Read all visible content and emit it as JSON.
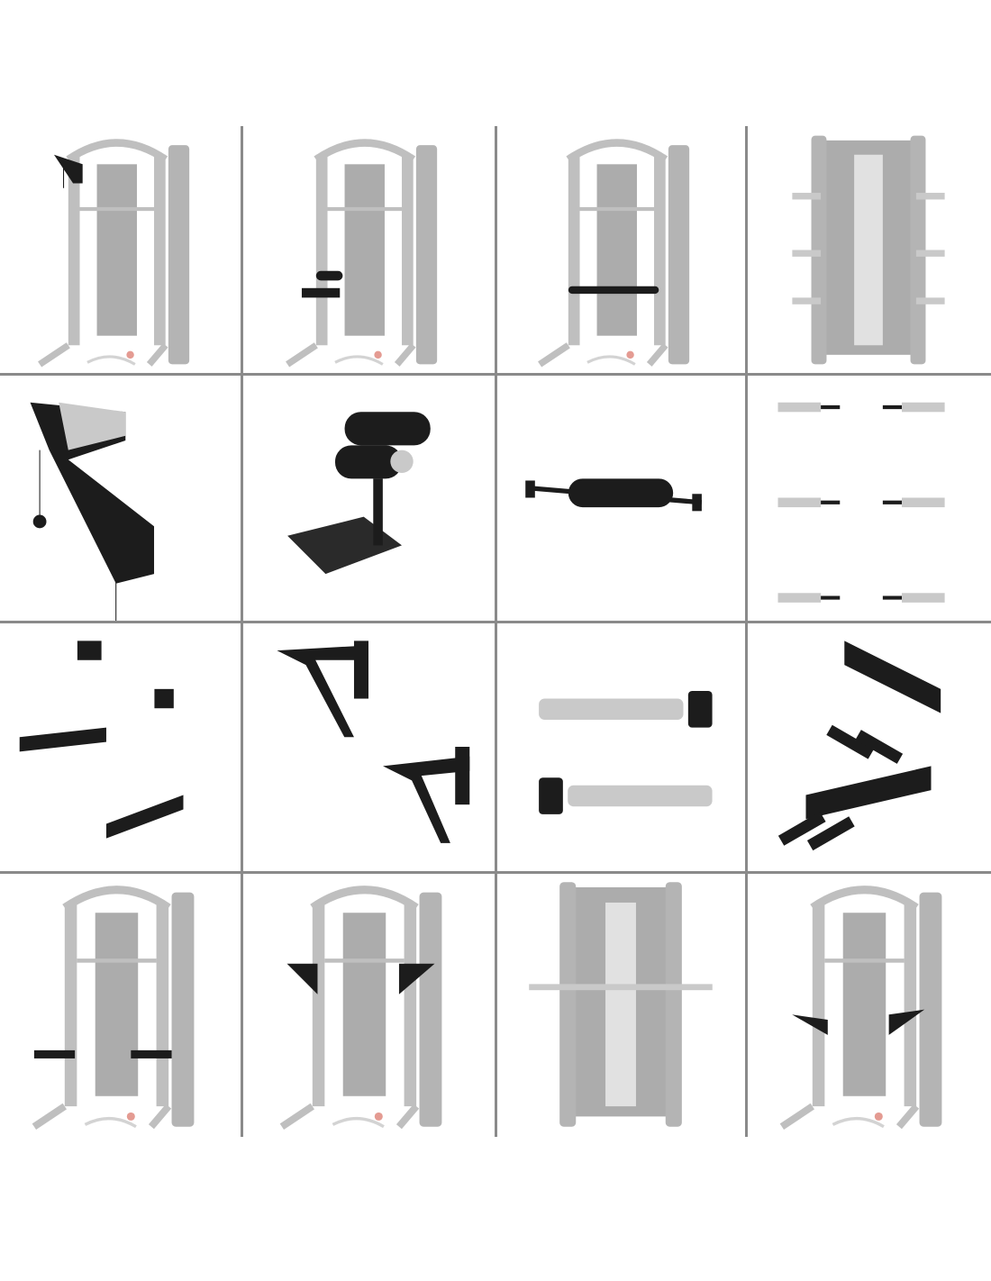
{
  "colors": {
    "divider": "#8a8a8a",
    "frame": "#b5b5b5",
    "accessory": "#1c1c1c",
    "chrome": "#c9c9c9"
  },
  "tiles": [
    {
      "icon": "machine-with-pulley-arm-icon",
      "kind": "machine",
      "accent": "arm"
    },
    {
      "icon": "machine-with-leg-seat-icon",
      "kind": "machine",
      "accent": "seat"
    },
    {
      "icon": "machine-with-roller-bar-icon",
      "kind": "machine",
      "accent": "roller"
    },
    {
      "icon": "machine-front-with-storage-pegs-icon",
      "kind": "front",
      "accent": "pegs"
    },
    {
      "icon": "pulley-arm-attachment-icon",
      "kind": "part",
      "accent": "arm"
    },
    {
      "icon": "leg-seat-attachment-icon",
      "kind": "part",
      "accent": "seat"
    },
    {
      "icon": "roller-bar-attachment-icon",
      "kind": "part",
      "accent": "roller"
    },
    {
      "icon": "storage-pegs-set-icon",
      "kind": "part",
      "accent": "pegs"
    },
    {
      "icon": "safety-spotter-arms-icon",
      "kind": "part",
      "accent": "spotters"
    },
    {
      "icon": "dip-handles-attachment-icon",
      "kind": "part",
      "accent": "dip"
    },
    {
      "icon": "landmine-sleeves-icon",
      "kind": "part",
      "accent": "sleeves"
    },
    {
      "icon": "band-peg-brackets-icon",
      "kind": "part",
      "accent": "bandpegs"
    },
    {
      "icon": "machine-with-spotter-arms-icon",
      "kind": "machine",
      "accent": "spotters"
    },
    {
      "icon": "machine-with-dip-handles-icon",
      "kind": "machine",
      "accent": "dip"
    },
    {
      "icon": "machine-front-with-sleeves-icon",
      "kind": "front",
      "accent": "sleeves"
    },
    {
      "icon": "machine-with-band-pegs-icon",
      "kind": "machine",
      "accent": "bandpegs"
    }
  ]
}
